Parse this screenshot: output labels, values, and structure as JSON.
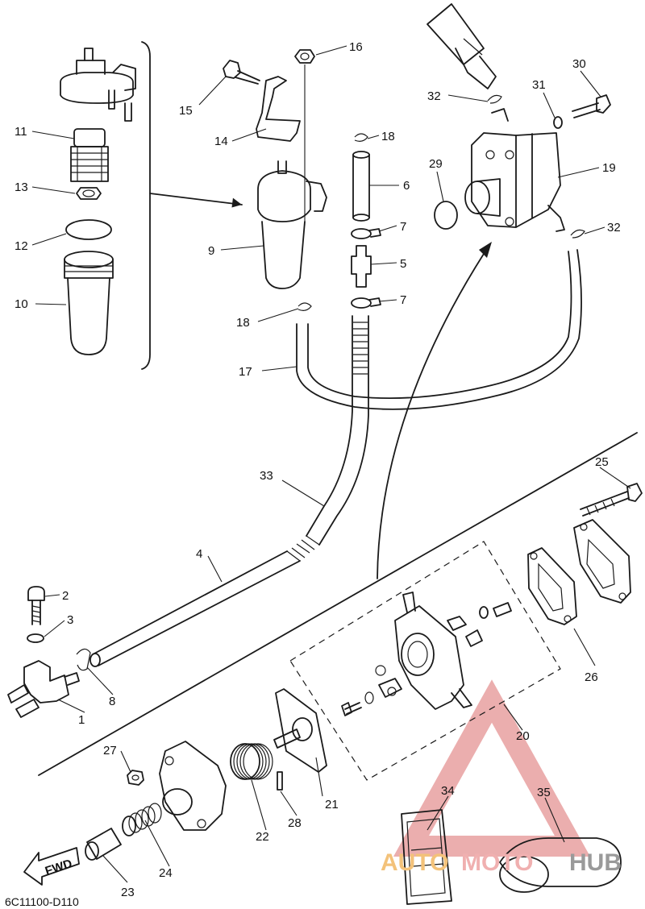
{
  "diagram": {
    "code": "6C11100-D110",
    "fwd_label": "FWD",
    "callouts": {
      "c1": "1",
      "c2": "2",
      "c3": "3",
      "c4": "4",
      "c5": "5",
      "c6": "6",
      "c7a": "7",
      "c7b": "7",
      "c8": "8",
      "c9": "9",
      "c10": "10",
      "c11": "11",
      "c12": "12",
      "c13": "13",
      "c14": "14",
      "c15": "15",
      "c16": "16",
      "c17": "17",
      "c18a": "18",
      "c18b": "18",
      "c19": "19",
      "c20": "20",
      "c21": "21",
      "c22": "22",
      "c23": "23",
      "c24": "24",
      "c25": "25",
      "c26": "26",
      "c27": "27",
      "c28": "28",
      "c29": "29",
      "c30": "30",
      "c31": "31",
      "c32a": "32",
      "c32b": "32",
      "c33": "33",
      "c34": "34",
      "c35": "35"
    }
  },
  "watermark": {
    "brand_part1": "AUTO",
    "brand_part2": "MOTO",
    "brand_part3": "HUB",
    "colors": {
      "triangle": "#e8a0a0",
      "auto": "#f3c27a",
      "moto": "#f0b0b0",
      "hub": "#9a9a9a"
    }
  }
}
